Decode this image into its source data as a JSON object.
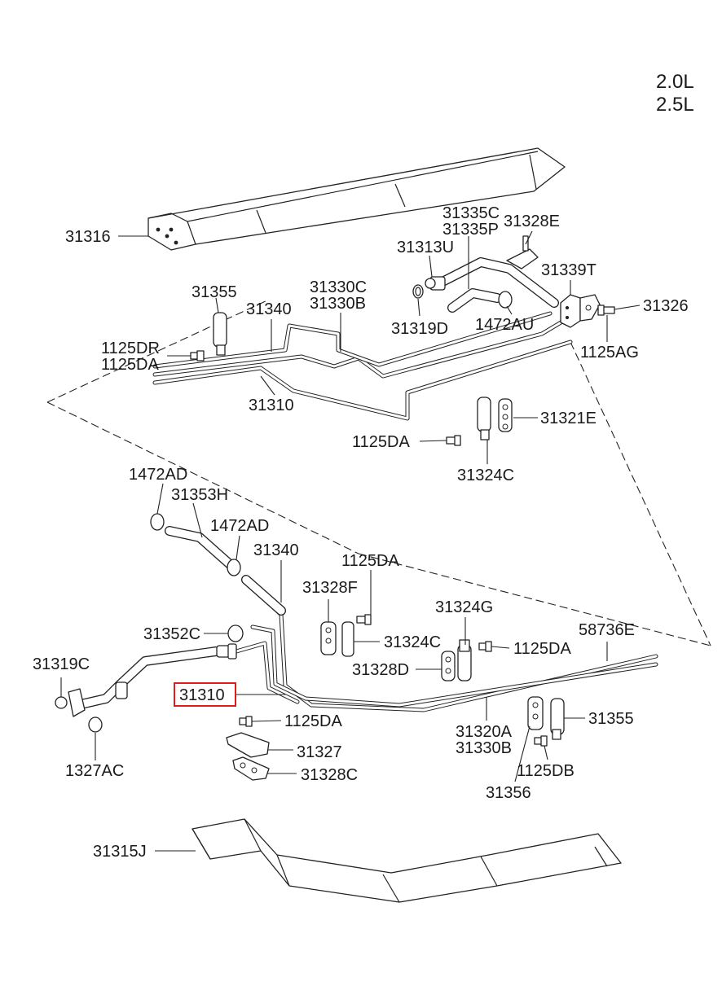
{
  "engine_variants": [
    "2.0L",
    "2.5L"
  ],
  "callouts": {
    "p31316": "31316",
    "p31355_top": "31355",
    "p1125DR": "1125DR",
    "p1125DA_a": "1125DA",
    "p31340_top": "31340",
    "p31330C": "31330C",
    "p31330B_top": "31330B",
    "p31310_top": "31310",
    "p31335C": "31335C",
    "p31335P": "31335P",
    "p31328E": "31328E",
    "p31313U": "31313U",
    "p31319D": "31319D",
    "p1472AU": "1472AU",
    "p31339T": "31339T",
    "p31326": "31326",
    "p1125AG": "1125AG",
    "p31321E": "31321E",
    "p1125DA_b": "1125DA",
    "p31324C_top": "31324C",
    "p1472AD_a": "1472AD",
    "p31353H": "31353H",
    "p1472AD_b": "1472AD",
    "p31340_mid": "31340",
    "p1125DA_c": "1125DA",
    "p31328F": "31328F",
    "p31324G": "31324G",
    "p31352C": "31352C",
    "p31324C_mid": "31324C",
    "p1125DA_d": "1125DA",
    "p58736E": "58736E",
    "p31319C": "31319C",
    "p31328D": "31328D",
    "p31310_selected": "31310",
    "p1125DA_e": "1125DA",
    "p31320A": "31320A",
    "p31330B_low": "31330B",
    "p31355_low": "31355",
    "p1327AC": "1327AC",
    "p31327": "31327",
    "p1125DB": "1125DB",
    "p31328C": "31328C",
    "p31356": "31356",
    "p31315J": "31315J"
  },
  "highlighted_part": "31310",
  "highlight_color": "#e01b1b"
}
